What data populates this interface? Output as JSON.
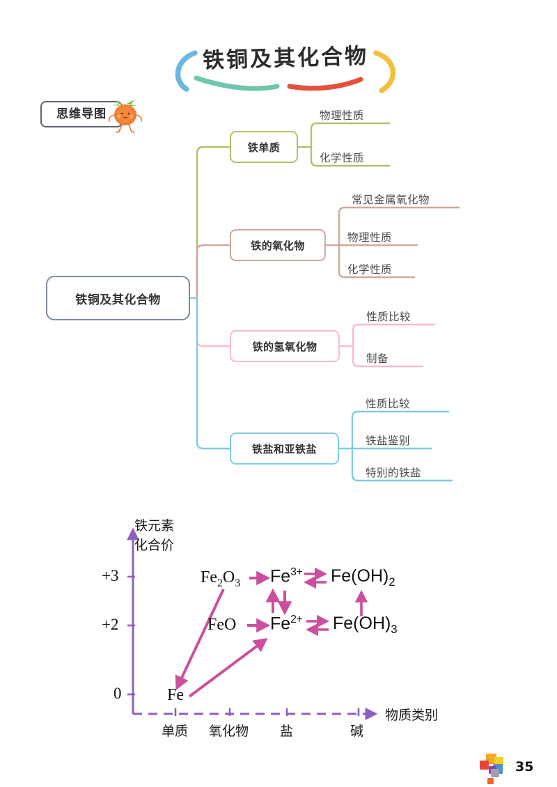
{
  "title": {
    "text": "铁铜及其化合物",
    "arc_left_color": "#6cb8dd",
    "arc_right_color": "#f0c23c",
    "bar_teal_color": "#6ec6ae",
    "bar_red_color": "#e4503a"
  },
  "badge": {
    "label": "思维导图",
    "border_color": "#5d6470",
    "mascot": "persimmon-mascot",
    "mascot_body_color": "#ef7a33",
    "mascot_leaf_color": "#7cb342"
  },
  "mindmap": {
    "root": {
      "label": "铁铜及其化合物",
      "color": "#7f8c9b"
    },
    "branches": [
      {
        "label": "铁单质",
        "color": "#aec36a",
        "leaves": [
          "物理性质",
          "化学性质"
        ]
      },
      {
        "label": "铁的氧化物",
        "color": "#d0a89f",
        "leaves": [
          "常见金属氧化物",
          "物理性质",
          "化学性质"
        ]
      },
      {
        "label": "铁的氢氧化物",
        "color": "#f8b9d4",
        "leaves": [
          "性质比较",
          "制备"
        ]
      },
      {
        "label": "铁盐和亚铁盐",
        "color": "#7fcde0",
        "leaves": [
          "性质比较",
          "铁盐鉴别",
          "特别的铁盐"
        ]
      }
    ]
  },
  "chart_data": {
    "type": "diagram",
    "title": "",
    "ylabel": "铁元素\n化合价",
    "ylabel_line1": "铁元素",
    "ylabel_line2": "化合价",
    "xlabel": "物质类别",
    "yticks": [
      "+3",
      "+2",
      "0"
    ],
    "xticks": [
      "单质",
      "氧化物",
      "盐",
      "碱"
    ],
    "axis_color": "#8e5ec2",
    "arrow_color": "#cc4f9e",
    "species": [
      {
        "id": "fe2o3",
        "label": "Fe2O3",
        "html": "Fe<sub>2</sub>O<sub>3</sub>",
        "valence": "+3",
        "category": "氧化物"
      },
      {
        "id": "fe3plus",
        "label": "Fe3+",
        "html": "Fe<sup>3+</sup>",
        "valence": "+3",
        "category": "盐"
      },
      {
        "id": "feoh2",
        "label": "Fe(OH)2",
        "html": "Fe(OH)<sub>2</sub>",
        "valence": "+3",
        "category": "碱"
      },
      {
        "id": "feo",
        "label": "FeO",
        "html": "FeO",
        "valence": "+2",
        "category": "氧化物"
      },
      {
        "id": "fe2plus",
        "label": "Fe2+",
        "html": "Fe<sup>2+</sup>",
        "valence": "+2",
        "category": "盐"
      },
      {
        "id": "feoh3",
        "label": "Fe(OH)3",
        "html": "Fe(OH)<sub>3</sub>",
        "valence": "+2",
        "category": "碱"
      },
      {
        "id": "fe",
        "label": "Fe",
        "html": "Fe",
        "valence": "0",
        "category": "单质"
      }
    ],
    "arrows": [
      {
        "from": "fe2o3",
        "to": "fe3plus",
        "kind": "single"
      },
      {
        "from": "feo",
        "to": "fe2plus",
        "kind": "single"
      },
      {
        "from": "fe3plus",
        "to": "feoh2",
        "kind": "double"
      },
      {
        "from": "fe2plus",
        "to": "feoh3",
        "kind": "double"
      },
      {
        "from": "fe3plus",
        "to": "fe2plus",
        "kind": "vertical-double"
      },
      {
        "from": "feoh3",
        "to": "feoh2",
        "kind": "single-up"
      },
      {
        "from": "fe2o3",
        "to": "fe",
        "kind": "diagonal-down"
      },
      {
        "from": "fe",
        "to": "fe2plus",
        "kind": "diagonal-up"
      }
    ]
  },
  "footer": {
    "page_number": "35",
    "logo": "question-mark-blocks-logo"
  }
}
